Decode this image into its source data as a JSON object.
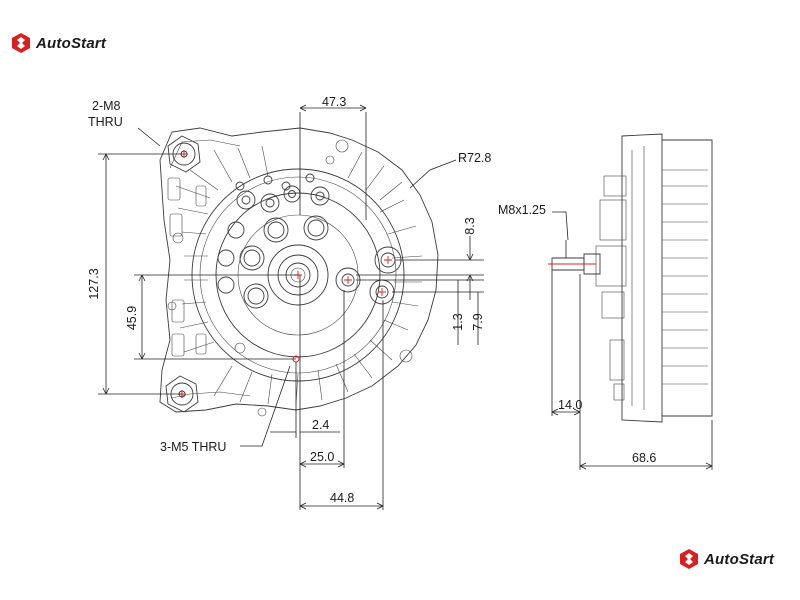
{
  "brand": {
    "name": "AutoStart",
    "accent": "#d92020"
  },
  "labels": {
    "bolt_top": "2-M8",
    "bolt_top_sub": "THRU",
    "radius": "R72.8",
    "thread": "M8x1.25",
    "holes_bottom": "3-M5 THRU"
  },
  "dimensions": {
    "d_47_3": "47.3",
    "d_127_3": "127.3",
    "d_45_9": "45.9",
    "d_8_3": "8.3",
    "d_1_3": "1.3",
    "d_7_9": "7.9",
    "d_2_4": "2.4",
    "d_25_0": "25.0",
    "d_44_8": "44.8",
    "d_14_0": "14.0",
    "d_68_6": "68.6"
  }
}
